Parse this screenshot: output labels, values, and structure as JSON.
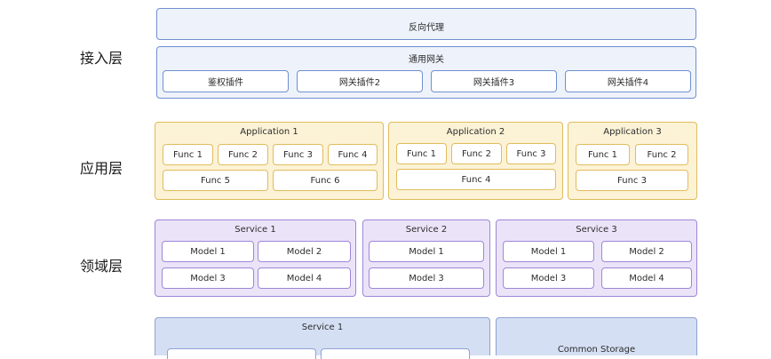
{
  "layers": {
    "access": "接入层",
    "application": "应用层",
    "domain": "领域层"
  },
  "access": {
    "reverse_proxy": "反向代理",
    "gateway": {
      "title": "通用网关",
      "plugins": [
        "鉴权插件",
        "网关插件2",
        "网关插件3",
        "网关插件4"
      ]
    }
  },
  "applications": [
    {
      "title": "Application 1",
      "funcs": [
        "Func 1",
        "Func 2",
        "Func 3",
        "Func 4",
        "Func 5",
        "Func 6"
      ]
    },
    {
      "title": "Application 2",
      "funcs": [
        "Func 1",
        "Func 2",
        "Func 3",
        "Func 4"
      ]
    },
    {
      "title": "Application 3",
      "funcs": [
        "Func 1",
        "Func 2",
        "Func 3"
      ]
    }
  ],
  "services": [
    {
      "title": "Service 1",
      "models": [
        "Model 1",
        "Model 2",
        "Model 3",
        "Model 4"
      ]
    },
    {
      "title": "Service 2",
      "models": [
        "Model 1",
        "Model 3"
      ]
    },
    {
      "title": "Service 3",
      "models": [
        "Model 1",
        "Model 2",
        "Model 3",
        "Model 4"
      ]
    }
  ],
  "infra": {
    "service_title": "Service 1",
    "storage_title": "Common Storage"
  }
}
